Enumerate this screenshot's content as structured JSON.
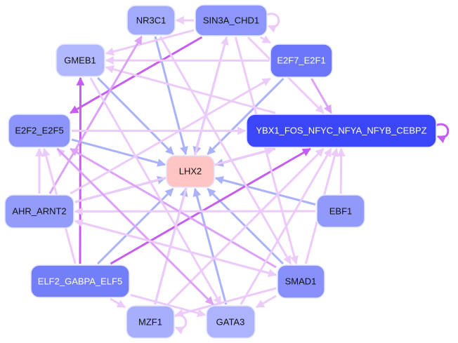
{
  "title": "Transcription factor regulatory network",
  "colors": {
    "background": "#ffffff",
    "edge_blue": "#a9b2fb",
    "edge_pink_light": "#eccbfb",
    "edge_pink_mid": "#dca2f8",
    "edge_magenta": "#c65cf2",
    "target_node": "#ffc4c4"
  },
  "nodes": [
    {
      "id": "NR3C1",
      "label": "NR3C1",
      "fill": "#a2aafc",
      "text": "#111111"
    },
    {
      "id": "SIN3A_CHD1",
      "label": "SIN3A_CHD1",
      "fill": "#8d97fb",
      "text": "#111111"
    },
    {
      "id": "GMEB1",
      "label": "GMEB1",
      "fill": "#b1b8fd",
      "text": "#111111"
    },
    {
      "id": "E2F7_E2F1",
      "label": "E2F7_E2F1",
      "fill": "#6b76fa",
      "text": "#ffffff"
    },
    {
      "id": "E2F2_E2F5",
      "label": "E2F2_E2F5",
      "fill": "#8c95fb",
      "text": "#111111"
    },
    {
      "id": "YBX1",
      "label": "YBX1_FOS_NFYC_NFYA_NFYB_CEBPZ",
      "fill": "#3a46f8",
      "text": "#ffffff"
    },
    {
      "id": "LHX2",
      "label": "LHX2",
      "fill": "#ffc4c4",
      "text": "#111111"
    },
    {
      "id": "AHR_ARNT2",
      "label": "AHR_ARNT2",
      "fill": "#939cfb",
      "text": "#111111"
    },
    {
      "id": "EBF1",
      "label": "EBF1",
      "fill": "#9199fb",
      "text": "#111111"
    },
    {
      "id": "ELF2",
      "label": "ELF2_GABPA_ELF5",
      "fill": "#737ef9",
      "text": "#ffffff"
    },
    {
      "id": "SMAD1",
      "label": "SMAD1",
      "fill": "#8790fb",
      "text": "#111111"
    },
    {
      "id": "MZF1",
      "label": "MZF1",
      "fill": "#a7aefc",
      "text": "#111111"
    },
    {
      "id": "GATA3",
      "label": "GATA3",
      "fill": "#adb4fd",
      "text": "#111111"
    }
  ],
  "edges": [
    {
      "from": "NR3C1",
      "to": "LHX2",
      "kind": "blue"
    },
    {
      "from": "SIN3A_CHD1",
      "to": "LHX2",
      "kind": "blue"
    },
    {
      "from": "GMEB1",
      "to": "LHX2",
      "kind": "blue"
    },
    {
      "from": "E2F2_E2F5",
      "to": "LHX2",
      "kind": "blue"
    },
    {
      "from": "YBX1",
      "to": "LHX2",
      "kind": "blue"
    },
    {
      "from": "AHR_ARNT2",
      "to": "LHX2",
      "kind": "blue"
    },
    {
      "from": "EBF1",
      "to": "LHX2",
      "kind": "blue"
    },
    {
      "from": "ELF2",
      "to": "LHX2",
      "kind": "blue"
    },
    {
      "from": "SMAD1",
      "to": "LHX2",
      "kind": "blue"
    },
    {
      "from": "MZF1",
      "to": "LHX2",
      "kind": "blue"
    },
    {
      "from": "GATA3",
      "to": "LHX2",
      "kind": "blue"
    },
    {
      "from": "E2F7_E2F1",
      "to": "LHX2",
      "kind": "blue"
    },
    {
      "from": "SIN3A_CHD1",
      "to": "NR3C1",
      "kind": "light"
    },
    {
      "from": "SIN3A_CHD1",
      "to": "SIN3A_CHD1",
      "kind": "light",
      "self": true
    },
    {
      "from": "SIN3A_CHD1",
      "to": "GMEB1",
      "kind": "light"
    },
    {
      "from": "SIN3A_CHD1",
      "to": "E2F7_E2F1",
      "kind": "light"
    },
    {
      "from": "SIN3A_CHD1",
      "to": "E2F2_E2F5",
      "kind": "magenta"
    },
    {
      "from": "SIN3A_CHD1",
      "to": "YBX1",
      "kind": "light"
    },
    {
      "from": "E2F7_E2F1",
      "to": "GMEB1",
      "kind": "light"
    },
    {
      "from": "E2F7_E2F1",
      "to": "YBX1",
      "kind": "mid"
    },
    {
      "from": "YBX1",
      "to": "YBX1",
      "kind": "magenta",
      "self": true
    },
    {
      "from": "YBX1",
      "to": "GMEB1",
      "kind": "light"
    },
    {
      "from": "ELF2",
      "to": "GMEB1",
      "kind": "magenta"
    },
    {
      "from": "AHR_ARNT2",
      "to": "E2F2_E2F5",
      "kind": "light"
    },
    {
      "from": "AHR_ARNT2",
      "to": "NR3C1",
      "kind": "mid"
    },
    {
      "from": "AHR_ARNT2",
      "to": "YBX1",
      "kind": "light"
    },
    {
      "from": "E2F2_E2F5",
      "to": "YBX1",
      "kind": "light"
    },
    {
      "from": "ELF2",
      "to": "YBX1",
      "kind": "magenta"
    },
    {
      "from": "EBF1",
      "to": "YBX1",
      "kind": "light"
    },
    {
      "from": "EBF1",
      "to": "AHR_ARNT2",
      "kind": "light"
    },
    {
      "from": "SMAD1",
      "to": "YBX1",
      "kind": "light"
    },
    {
      "from": "SMAD1",
      "to": "AHR_ARNT2",
      "kind": "light"
    },
    {
      "from": "SMAD1",
      "to": "MZF1",
      "kind": "light"
    },
    {
      "from": "SMAD1",
      "to": "GATA3",
      "kind": "light"
    },
    {
      "from": "SMAD1",
      "to": "E2F2_E2F5",
      "kind": "mid"
    },
    {
      "from": "MZF1",
      "to": "MZF1",
      "kind": "light",
      "self": true
    },
    {
      "from": "MZF1",
      "to": "YBX1",
      "kind": "light"
    },
    {
      "from": "MZF1",
      "to": "SIN3A_CHD1",
      "kind": "light"
    },
    {
      "from": "GATA3",
      "to": "YBX1",
      "kind": "light"
    },
    {
      "from": "GATA3",
      "to": "E2F2_E2F5",
      "kind": "light"
    },
    {
      "from": "ELF2",
      "to": "MZF1",
      "kind": "light"
    },
    {
      "from": "ELF2",
      "to": "GATA3",
      "kind": "light"
    },
    {
      "from": "ELF2",
      "to": "E2F2_E2F5",
      "kind": "light"
    },
    {
      "from": "NR3C1",
      "to": "SMAD1",
      "kind": "light"
    },
    {
      "from": "GMEB1",
      "to": "GATA3",
      "kind": "light"
    },
    {
      "from": "AHR_ARNT2",
      "to": "E2F7_E2F1",
      "kind": "light"
    },
    {
      "from": "E2F2_E2F5",
      "to": "GATA3",
      "kind": "mid"
    },
    {
      "from": "SIN3A_CHD1",
      "to": "SMAD1",
      "kind": "light"
    },
    {
      "from": "AHR_ARNT2",
      "to": "SMAD1",
      "kind": "light"
    }
  ]
}
